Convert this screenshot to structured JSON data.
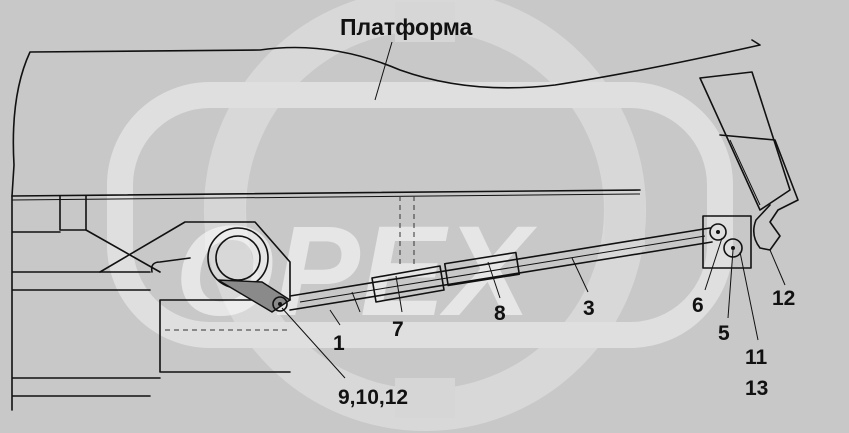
{
  "title": "Платформа",
  "watermark": "OPEX",
  "callouts": [
    {
      "id": "1",
      "text": "1"
    },
    {
      "id": "7",
      "text": "7"
    },
    {
      "id": "8",
      "text": "8"
    },
    {
      "id": "3",
      "text": "3"
    },
    {
      "id": "6",
      "text": "6"
    },
    {
      "id": "5",
      "text": "5"
    },
    {
      "id": "12",
      "text": "12"
    },
    {
      "id": "11",
      "text": "11"
    },
    {
      "id": "13",
      "text": "13"
    },
    {
      "id": "9-10-12",
      "text": "9,10,12"
    }
  ],
  "colors": {
    "background": "#c8c8c8",
    "line": "#111111",
    "watermark": "#ffffff"
  }
}
